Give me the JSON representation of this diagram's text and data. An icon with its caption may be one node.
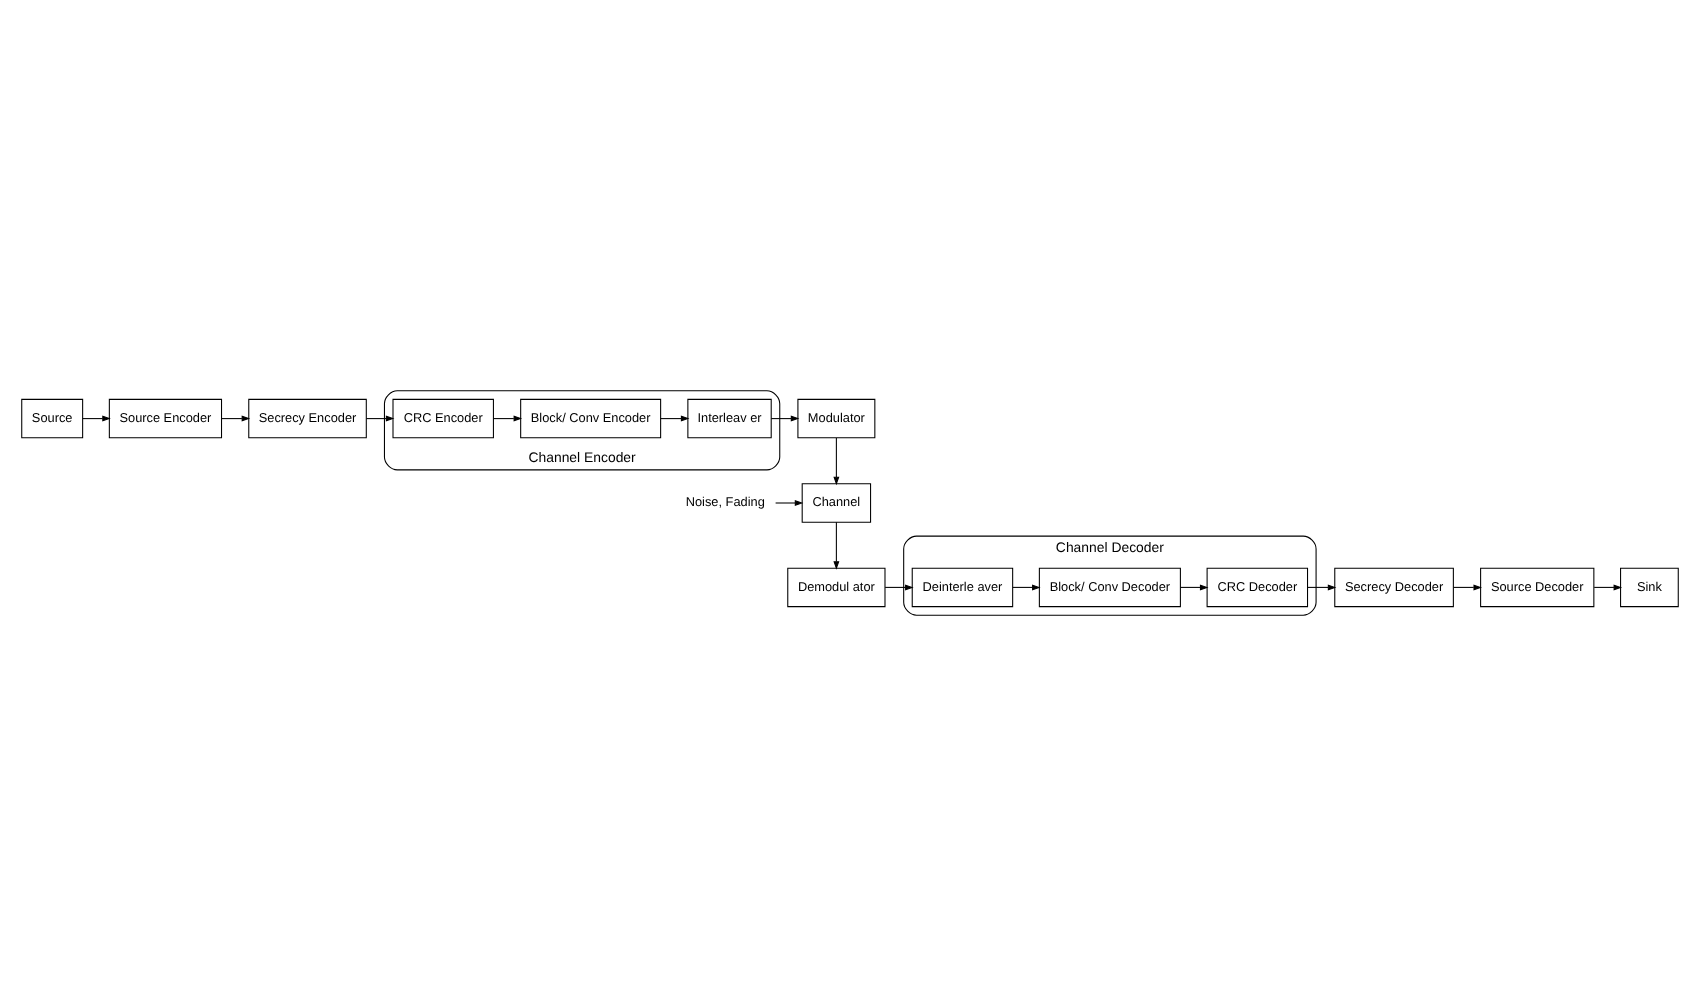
{
  "diagram": {
    "nodes": [
      {
        "text": [
          "Source"
        ]
      },
      {
        "text": [
          "Source Encoder"
        ]
      },
      {
        "text": [
          "Secrecy Encoder"
        ]
      },
      {
        "text": [
          "Channel Encoder"
        ]
      },
      {
        "text": [
          "CRC Encoder"
        ],
        "in": 3
      },
      {
        "text": [
          "Block/ Conv Encoder"
        ],
        "in": 3
      },
      {
        "text": [
          "Interleav er"
        ],
        "in": 3
      },
      {
        "text": [
          "Modulator"
        ]
      },
      {
        "text": [
          "Noise, Fading"
        ]
      },
      {
        "text": [
          "Channel"
        ]
      },
      {
        "text": [
          "Channel Decoder"
        ]
      },
      {
        "text": [
          "Demodul ator"
        ]
      },
      {
        "text": [
          "Deinterle aver"
        ],
        "in": 10
      },
      {
        "text": [
          "Block/ Conv Decoder"
        ],
        "in": 10
      },
      {
        "text": [
          "CRC Decoder"
        ],
        "in": 10
      },
      {
        "text": [
          "Secrecy Decoder"
        ]
      },
      {
        "text": [
          "Source Decoder"
        ]
      },
      {
        "text": [
          "Sink"
        ]
      }
    ],
    "edges": [
      {
        "from": 0,
        "to": 1,
        "arrow": "to"
      },
      {
        "from": 1,
        "to": 2,
        "arrow": "to"
      },
      {
        "from": 2,
        "to": 4,
        "arrow": "to"
      },
      {
        "from": 4,
        "to": 5,
        "arrow": "to"
      },
      {
        "from": 5,
        "to": 6,
        "arrow": "to"
      },
      {
        "from": 6,
        "to": 7,
        "arrow": "to"
      },
      {
        "from": 7,
        "to": 9,
        "arrow": "to"
      },
      {
        "from": 8,
        "to": 9,
        "arrow": "to"
      },
      {
        "from": 9,
        "to": 11,
        "arrow": "to"
      },
      {
        "from": 11,
        "to": 12,
        "arrow": "to"
      },
      {
        "from": 12,
        "to": 13,
        "arrow": "to"
      },
      {
        "from": 13,
        "to": 14,
        "arrow": "to"
      },
      {
        "from": 14,
        "to": 15,
        "arrow": "to"
      },
      {
        "from": 15,
        "to": 16,
        "arrow": "to"
      },
      {
        "from": 16,
        "to": 17,
        "arrow": "to"
      }
    ]
  }
}
